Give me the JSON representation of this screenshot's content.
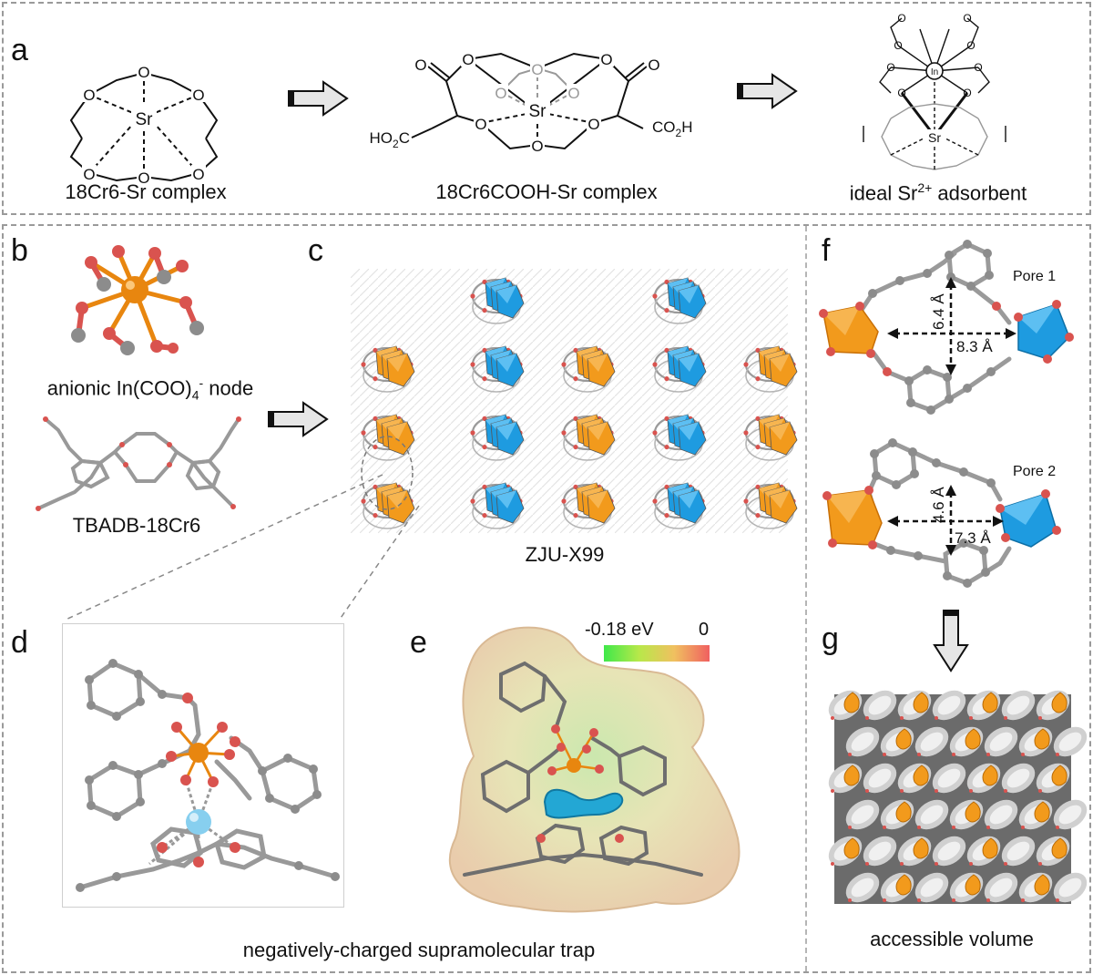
{
  "panel_a": {
    "label": "a",
    "caption_1": "18Cr6-Sr complex",
    "caption_2": "18Cr6COOH-Sr complex",
    "caption_3_prefix": "ideal Sr",
    "caption_3_sup": "2+",
    "caption_3_suffix": " adsorbent",
    "atom_O": "O",
    "atom_Sr": "Sr",
    "atom_In": "In",
    "group_left": "HO",
    "group_left_sub": "2",
    "group_left_suffix": "C",
    "group_right": "CO",
    "group_right_sub": "2",
    "group_right_suffix": "H"
  },
  "panel_b": {
    "label": "b",
    "node_caption_prefix": "anionic In(COO)",
    "node_caption_sub": "4",
    "node_caption_sup": "-",
    "node_caption_suffix": " node",
    "linker_caption": "TBADB-18Cr6"
  },
  "panel_c": {
    "label": "c",
    "caption": "ZJU-X99"
  },
  "panel_d": {
    "label": "d"
  },
  "panel_e": {
    "label": "e",
    "scale_min": "-0.18 eV",
    "scale_max": "0"
  },
  "panel_de_caption": "negatively-charged supramolecular trap",
  "panel_f": {
    "label": "f",
    "pore1_label": "Pore 1",
    "pore1_v": "6.4 Å",
    "pore1_h": "8.3 Å",
    "pore2_label": "Pore 2",
    "pore2_v": "4.6 Å",
    "pore2_h": "7.3 Å"
  },
  "panel_g": {
    "label": "g",
    "caption": "accessible volume"
  },
  "colors": {
    "oxygen": "#d9534f",
    "carbon": "#8c8c8c",
    "indium": "#e8860f",
    "cluster_blue": "#1e9be0",
    "cluster_orange": "#f29a1c",
    "strontium": "#87cfef",
    "frame": "#9a9a9a"
  }
}
